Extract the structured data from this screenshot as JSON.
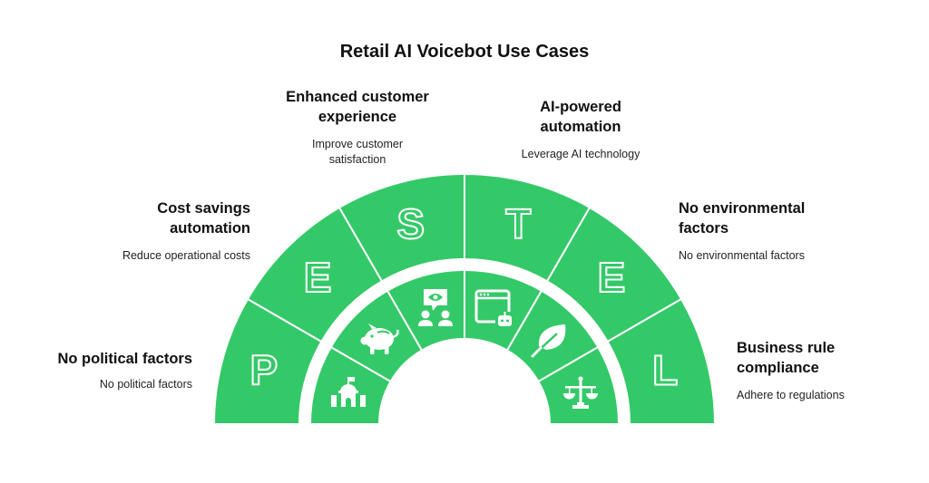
{
  "title": "Retail AI Voicebot Use Cases",
  "colors": {
    "segment": "#34C968",
    "divider": "#ffffff",
    "text": "#111111"
  },
  "segments": [
    {
      "letter": "P",
      "icon": "school-building-icon",
      "heading": "No political factors",
      "description": "No political factors"
    },
    {
      "letter": "E",
      "icon": "piggy-bank-icon",
      "heading": "Cost savings automation",
      "heading_line1": "Cost savings",
      "heading_line2": "automation",
      "description": "Reduce operational costs"
    },
    {
      "letter": "S",
      "icon": "people-eye-icon",
      "heading": "Enhanced customer experience",
      "heading_line1": "Enhanced customer",
      "heading_line2": "experience",
      "description": "Improve customer satisfaction",
      "description_line1": "Improve customer",
      "description_line2": "satisfaction"
    },
    {
      "letter": "T",
      "icon": "browser-robot-icon",
      "heading": "AI-powered automation",
      "heading_line1": "AI-powered",
      "heading_line2": "automation",
      "description": "Leverage AI technology"
    },
    {
      "letter": "E",
      "icon": "leaf-icon",
      "heading": "No environmental factors",
      "heading_line1": "No environmental",
      "heading_line2": "factors",
      "description": "No environmental factors"
    },
    {
      "letter": "L",
      "icon": "scales-of-justice-icon",
      "heading": "Business rule compliance",
      "heading_line1": "Business rule",
      "heading_line2": "compliance",
      "description": "Adhere to regulations"
    }
  ]
}
